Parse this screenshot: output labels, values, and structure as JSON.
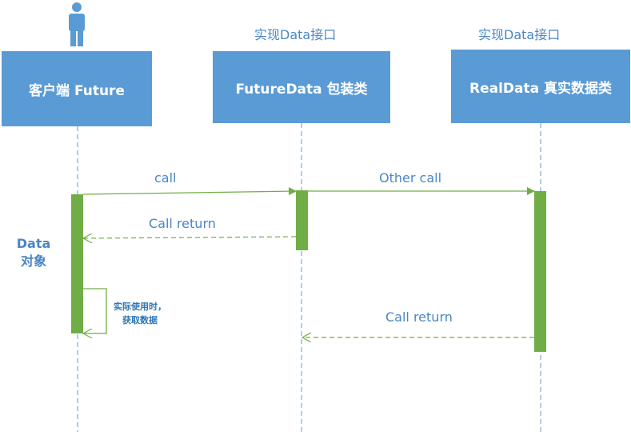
{
  "participants": [
    {
      "name": "客户端 Future",
      "stereotype": ""
    },
    {
      "name": "FutureData 包装类",
      "stereotype": "实现Data接口"
    },
    {
      "name": "RealData 真实数据类",
      "stereotype": "实现Data接口"
    }
  ],
  "messages": [
    {
      "label": "call",
      "from": 0,
      "to": 1,
      "style": "solid"
    },
    {
      "label": "Other call",
      "from": 1,
      "to": 2,
      "style": "solid"
    },
    {
      "label": "Call return",
      "from": 1,
      "to": 0,
      "style": "dashed"
    },
    {
      "label": "Call return",
      "from": 2,
      "to": 1,
      "style": "dashed"
    }
  ],
  "side_label": {
    "line1": "Data",
    "line2": "对象"
  },
  "self_note": {
    "line1": "实际使用时，",
    "line2": "获取数据"
  },
  "colors": {
    "participant_box": "#5b9bd5",
    "lifeline": "#5b9bd5",
    "activation": "#70ad47",
    "message": "#70ad47",
    "text": "#4a86c5"
  },
  "icons": {
    "actor": "actor-icon"
  }
}
